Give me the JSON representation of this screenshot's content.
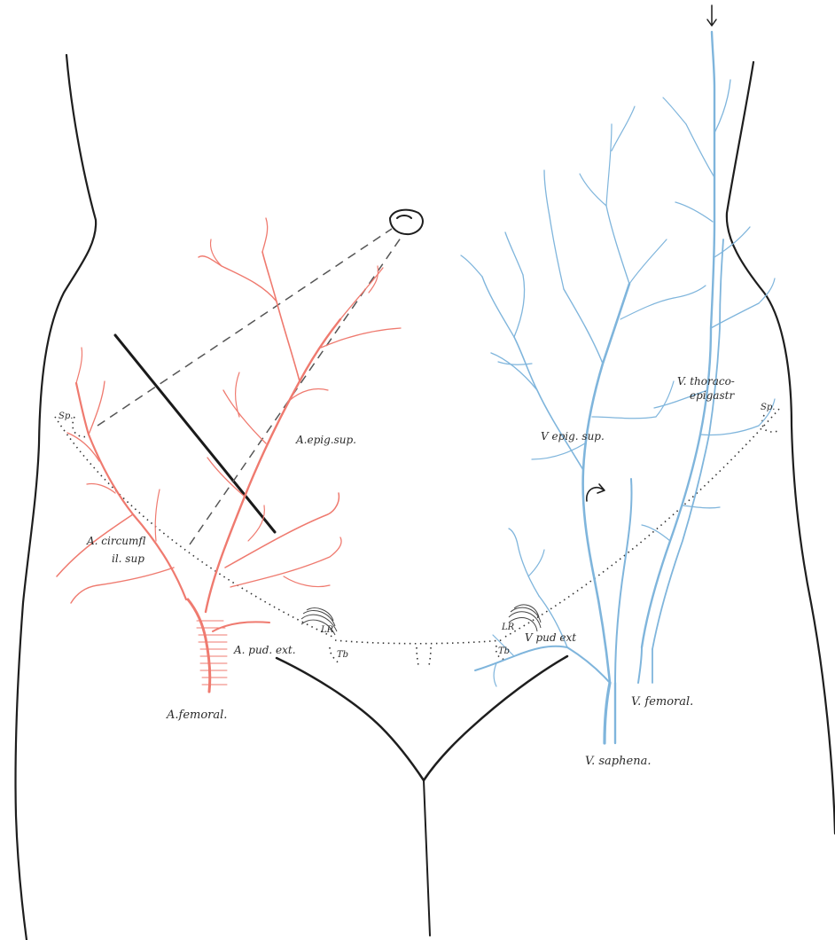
{
  "diagram": {
    "colors": {
      "artery": "#ef7a6f",
      "vein": "#7fb5dc",
      "outline": "#1e1e1e",
      "background": "#ffffff"
    },
    "labels": {
      "a_epig_sup": "A.epig.sup.",
      "a_circumfl_line1": "A. circumfl",
      "a_circumfl_line2": "il. sup",
      "a_pud_ext": "A. pud. ext.",
      "a_femoral": "A.femoral.",
      "sp_left": "Sp.",
      "sp_right": "Sp.",
      "lr_left": "LR",
      "tb_left": "Tb",
      "lr_right": "LR",
      "tb_right": "Tb",
      "v_epig_sup": "V epig. sup.",
      "v_thoraco_line1": "V. thoraco-",
      "v_thoraco_line2": "epigastr",
      "v_pud_ext": "V pud ext",
      "v_femoral": "V. femoral.",
      "v_saphena": "V. saphena."
    }
  }
}
